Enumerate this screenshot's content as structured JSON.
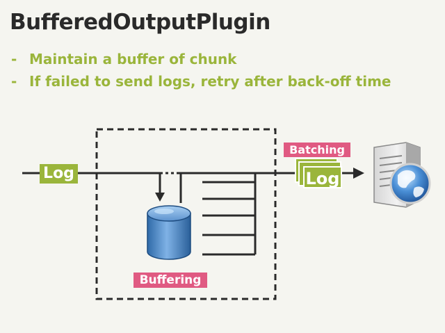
{
  "title": "BufferedOutputPlugin",
  "bullets": [
    "Maintain a buffer of chunk",
    "If failed to send logs, retry after back-off time"
  ],
  "bullet_marker": "-",
  "diagram": {
    "input_label": "Log",
    "output_label": "Log",
    "batching_label": "Batching",
    "buffer_label": "Buffering",
    "icons": [
      "database-icon",
      "server-icon",
      "globe-icon"
    ]
  },
  "colors": {
    "title": "#2a2a2a",
    "accent_green": "#9ab53b",
    "accent_pink": "#e05a82",
    "line": "#2a2a2a",
    "background": "#f5f5f0"
  }
}
